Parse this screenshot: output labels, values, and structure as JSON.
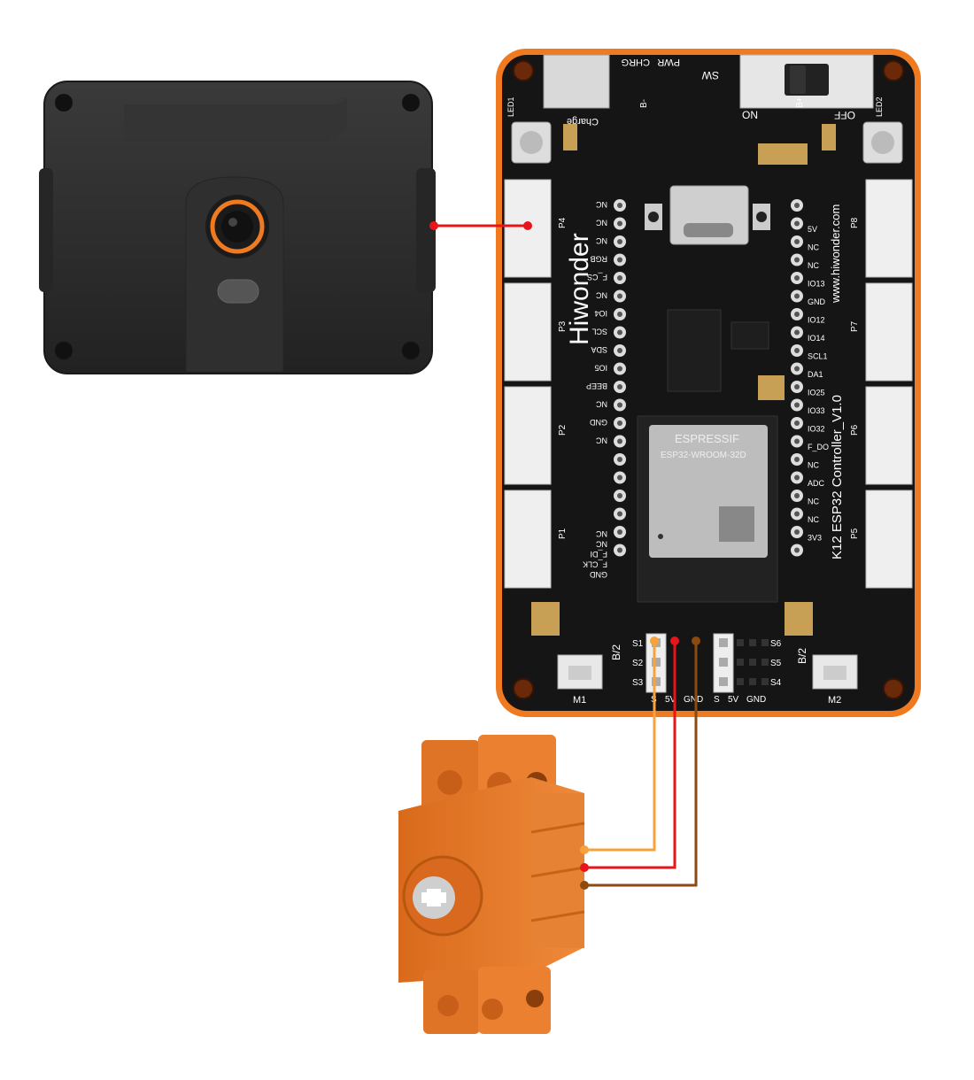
{
  "colors": {
    "wire_signal": "#f7a23b",
    "wire_5v": "#e8141c",
    "wire_gnd": "#8a4a10",
    "wire_camera": "#e8141c",
    "board_frame": "#f07a1f",
    "board_pcb": "#151515",
    "servo_body": "#e27a2b",
    "camera_body": "#2b2b2b",
    "camera_ring": "#f07a1f"
  },
  "camera": {
    "icons": [
      "camera-lens-icon"
    ]
  },
  "board": {
    "brand": "Hiwonder",
    "model": "K12 ESP32 Controller_V1.0",
    "url": "www.hiwonder.com",
    "top_labels": {
      "pwr": "PWR",
      "chrg": "CHRG",
      "sw": "SW",
      "on": "ON",
      "off": "OFF",
      "b_minus": "B-",
      "b_plus": "B+",
      "charge": "Charge",
      "led1": "LED1",
      "led2": "LED2"
    },
    "port_labels_left": [
      "P4",
      "P3",
      "P2",
      "P1"
    ],
    "port_labels_right": [
      "P8",
      "P7",
      "P6",
      "P5"
    ],
    "left_pins": [
      "NC",
      "NC",
      "NC",
      "RGB",
      "F_CS",
      "NC",
      "IO4",
      "SCL",
      "SDA",
      "IO5",
      "BEEP",
      "NC",
      "GND",
      "NC"
    ],
    "left_pins_bottom": [
      "NC",
      "NC",
      "F_DI",
      "F_CLK",
      "GND"
    ],
    "right_pins": [
      "5V",
      "NC",
      "NC",
      "IO13",
      "GND",
      "IO12",
      "IO14",
      "SCL1",
      "DA1",
      "IO25",
      "IO33",
      "IO32",
      "F_DO",
      "NC",
      "ADC",
      "NC",
      "NC",
      "3V3"
    ],
    "module": {
      "maker": "ESPRESSIF",
      "name": "ESP32-WROOM-32D"
    },
    "servo_left": [
      "S1",
      "S2",
      "S3"
    ],
    "servo_right": [
      "S6",
      "S5",
      "S4"
    ],
    "bottom_left_labels": [
      "S",
      "5V",
      "GND"
    ],
    "bottom_right_labels": [
      "S",
      "5V",
      "GND"
    ],
    "motor_labels": [
      "M1",
      "M2"
    ],
    "b2": "B/2"
  }
}
